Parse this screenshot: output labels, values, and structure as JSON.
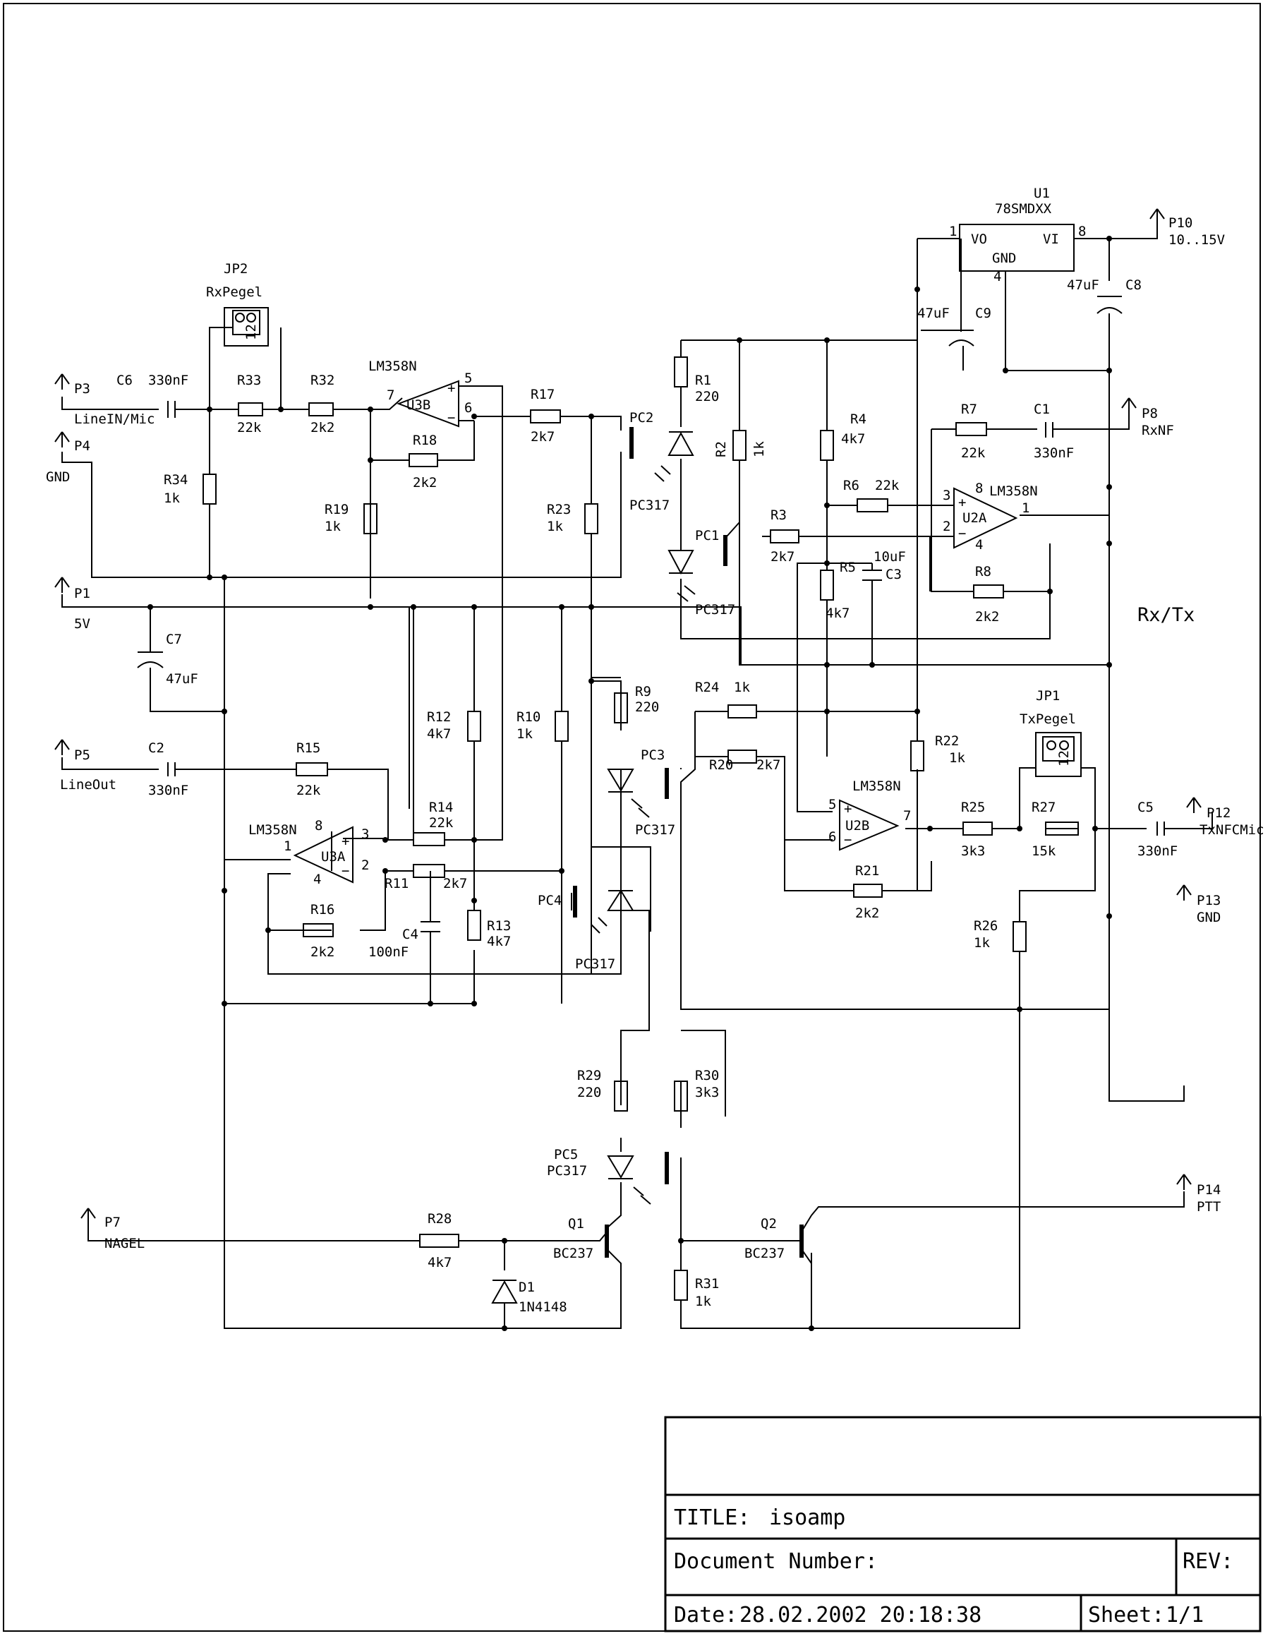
{
  "title_block": {
    "title_label": "TITLE:",
    "title_value": "isoamp",
    "docnum_label": "Document Number:",
    "rev_label": "REV:",
    "date_label": "Date:",
    "date_value": "28.02.2002 20:18:38",
    "sheet_label": "Sheet:",
    "sheet_value": "1/1"
  },
  "section_label": "Rx/Tx",
  "ports": {
    "p3": {
      "ref": "P3",
      "name": "LineIN/Mic"
    },
    "p4": {
      "ref": "P4",
      "name": "GND"
    },
    "p1": {
      "ref": "P1",
      "name": "5V"
    },
    "p5": {
      "ref": "P5",
      "name": "LineOut"
    },
    "p7": {
      "ref": "P7",
      "name": "NAGEL"
    },
    "p10": {
      "ref": "P10",
      "name": "10..15V"
    },
    "p8": {
      "ref": "P8",
      "name": "RxNF"
    },
    "p12": {
      "ref": "P12",
      "name": "TxNFCMic"
    },
    "p13": {
      "ref": "P13",
      "name": "GND"
    },
    "p14": {
      "ref": "P14",
      "name": "PTT"
    }
  },
  "jumpers": {
    "jp2": {
      "ref": "JP2",
      "name": "RxPegel",
      "pins": "12"
    },
    "jp1": {
      "ref": "JP1",
      "name": "TxPegel",
      "pins": "12"
    }
  },
  "regulator": {
    "ref": "U1",
    "part": "78SMDXX",
    "vo": "VO",
    "vi": "VI",
    "gnd": "GND",
    "pin_in": "8",
    "pin_out": "1",
    "pin_gnd": "4"
  },
  "opamps": {
    "u3b": {
      "ref": "U3B",
      "part": "LM358N",
      "pin_out": "7",
      "pin_p": "5",
      "pin_n": "6"
    },
    "u3a": {
      "ref": "U3A",
      "part": "LM358N",
      "pin_out": "1",
      "pin_p": "3",
      "pin_n": "2",
      "pin_v": "8",
      "pin_g": "4"
    },
    "u2a": {
      "ref": "U2A",
      "part": "LM358N",
      "pin_out": "1",
      "pin_p": "3",
      "pin_n": "2",
      "pin_v": "8",
      "pin_g": "4"
    },
    "u2b": {
      "ref": "U2B",
      "part": "LM358N",
      "pin_out": "7",
      "pin_p": "5",
      "pin_n": "6"
    }
  },
  "resistors": {
    "r1": {
      "ref": "R1",
      "value": "220"
    },
    "r2": {
      "ref": "R2",
      "value": "1k"
    },
    "r3": {
      "ref": "R3",
      "value": "2k7"
    },
    "r4": {
      "ref": "R4",
      "value": "4k7"
    },
    "r5": {
      "ref": "R5",
      "value": "4k7"
    },
    "r6": {
      "ref": "R6",
      "value": "22k"
    },
    "r7": {
      "ref": "R7",
      "value": "22k"
    },
    "r8": {
      "ref": "R8",
      "value": "2k2"
    },
    "r9": {
      "ref": "R9",
      "value": "220"
    },
    "r10": {
      "ref": "R10",
      "value": "1k"
    },
    "r11": {
      "ref": "R11",
      "value": "2k7"
    },
    "r12": {
      "ref": "R12",
      "value": "4k7"
    },
    "r13": {
      "ref": "R13",
      "value": "4k7"
    },
    "r14": {
      "ref": "R14",
      "value": "22k"
    },
    "r15": {
      "ref": "R15",
      "value": "22k"
    },
    "r16": {
      "ref": "R16",
      "value": "2k2"
    },
    "r17": {
      "ref": "R17",
      "value": "2k7"
    },
    "r18": {
      "ref": "R18",
      "value": "2k2"
    },
    "r19": {
      "ref": "R19",
      "value": "1k"
    },
    "r20": {
      "ref": "R20",
      "value": "2k7"
    },
    "r21": {
      "ref": "R21",
      "value": "2k2"
    },
    "r22": {
      "ref": "R22",
      "value": "1k"
    },
    "r23": {
      "ref": "R23",
      "value": "1k"
    },
    "r24": {
      "ref": "R24",
      "value": "1k"
    },
    "r25": {
      "ref": "R25",
      "value": "3k3"
    },
    "r26": {
      "ref": "R26",
      "value": "1k"
    },
    "r27": {
      "ref": "R27",
      "value": "15k"
    },
    "r28": {
      "ref": "R28",
      "value": "4k7"
    },
    "r29": {
      "ref": "R29",
      "value": "220"
    },
    "r30": {
      "ref": "R30",
      "value": "3k3"
    },
    "r31": {
      "ref": "R31",
      "value": "1k"
    },
    "r32": {
      "ref": "R32",
      "value": "2k2"
    },
    "r33": {
      "ref": "R33",
      "value": "22k"
    },
    "r34": {
      "ref": "R34",
      "value": "1k"
    }
  },
  "capacitors": {
    "c1": {
      "ref": "C1",
      "value": "330nF"
    },
    "c2": {
      "ref": "C2",
      "value": "330nF"
    },
    "c3": {
      "ref": "C3",
      "value": "10uF"
    },
    "c4": {
      "ref": "C4",
      "value": "100nF"
    },
    "c5": {
      "ref": "C5",
      "value": "330nF"
    },
    "c6": {
      "ref": "C6",
      "value": "330nF"
    },
    "c7": {
      "ref": "C7",
      "value": "47uF"
    },
    "c8": {
      "ref": "C8",
      "value": "47uF"
    },
    "c9": {
      "ref": "C9",
      "value": "47uF"
    }
  },
  "optocouplers": {
    "pc1": {
      "ref": "PC1",
      "part": "PC317"
    },
    "pc2": {
      "ref": "PC2",
      "part": "PC317"
    },
    "pc3": {
      "ref": "PC3",
      "part": "PC317"
    },
    "pc4": {
      "ref": "PC4",
      "part": "PC317"
    },
    "pc5": {
      "ref": "PC5",
      "part": "PC317"
    }
  },
  "transistors": {
    "q1": {
      "ref": "Q1",
      "part": "BC237"
    },
    "q2": {
      "ref": "Q2",
      "part": "BC237"
    }
  },
  "diodes": {
    "d1": {
      "ref": "D1",
      "part": "1N4148"
    }
  }
}
